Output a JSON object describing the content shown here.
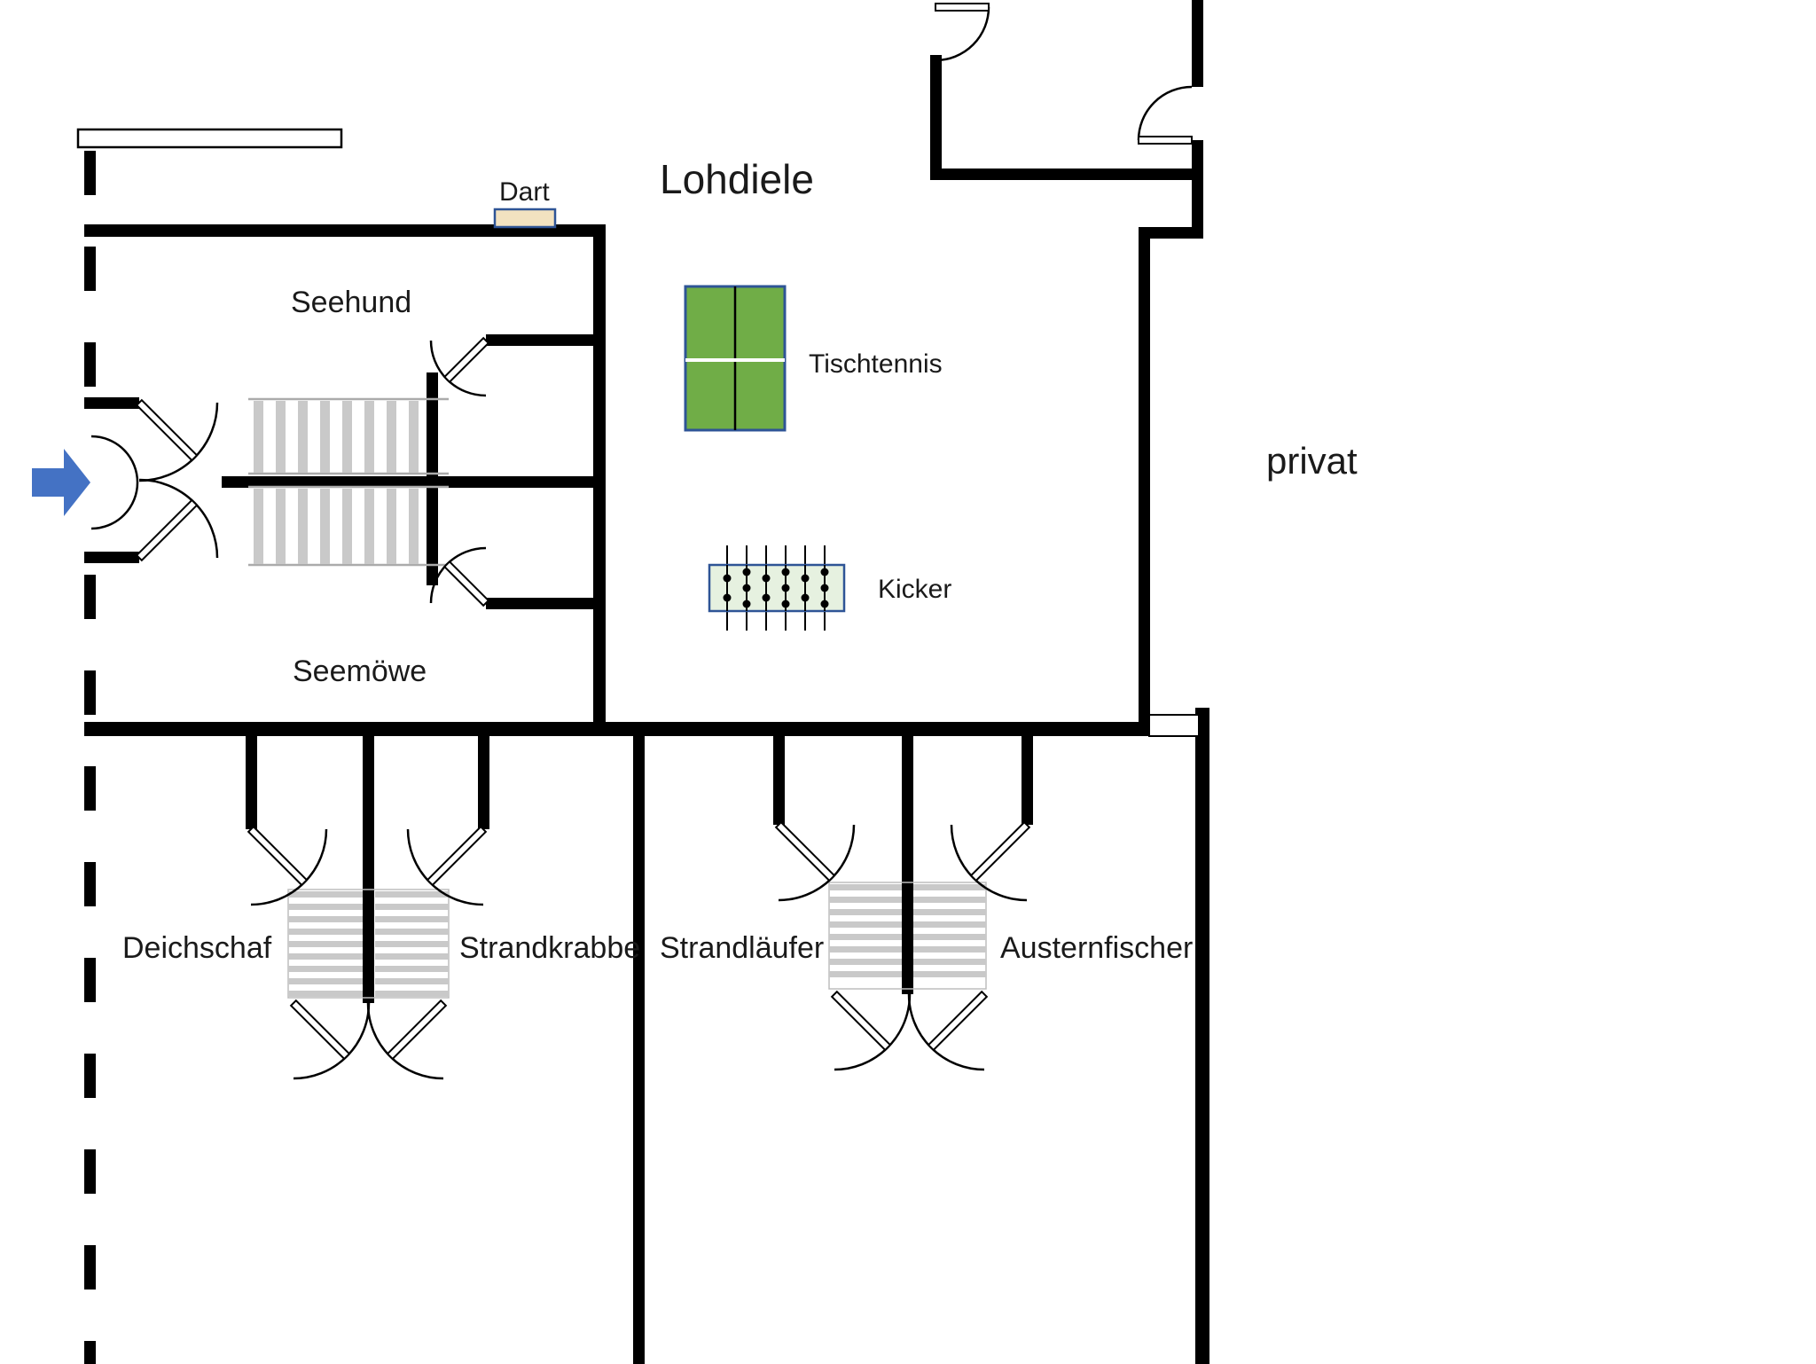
{
  "labels": {
    "seehund": "Seehund",
    "seemoewe": "Seemöwe",
    "lohdiele": "Lohdiele",
    "privat": "privat",
    "deichschaf": "Deichschaf",
    "strandkrabbe": "Strandkrabbe",
    "strandlaeufer": "Strandläufer",
    "austernfischer": "Austernfischer",
    "dart": "Dart",
    "tischtennis": "Tischtennis",
    "kicker": "Kicker"
  },
  "colors": {
    "wall": "#000000",
    "entrance_arrow": "#4472c4",
    "entrance_arrow_border": "#2f5597",
    "table_tennis_fill": "#70ad47",
    "kicker_fill": "#e2efda",
    "dart_fill": "#f2e2c0",
    "furniture_border": "#2e5496",
    "stair_tread": "#c9c9c9"
  }
}
